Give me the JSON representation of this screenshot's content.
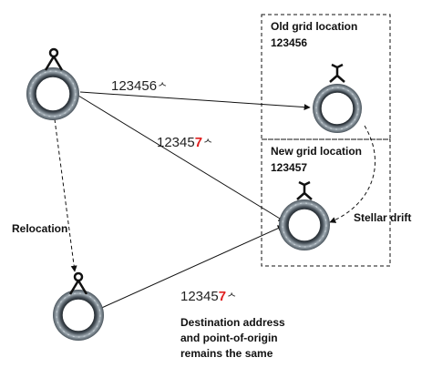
{
  "colors": {
    "line": "#111111",
    "ring_outer": "#5b6670",
    "ring_light": "#9aa5ad",
    "highlight": "#e02020"
  },
  "icons": {
    "gate": "stargate-ring-icon",
    "origin": "point-of-origin-glyph-icon",
    "destination": "destination-glyph-icon"
  },
  "old_box": {
    "title": "Old grid location",
    "code": "123456"
  },
  "new_box": {
    "title": "New grid location",
    "code": "123457"
  },
  "labels": {
    "relocation": "Relocation",
    "stellar_drift": "Stellar drift",
    "note_line1": "Destination address",
    "note_line2": "and point-of-origin",
    "note_line3": "remains the same"
  },
  "addresses": {
    "top_to_old": {
      "text": "123456",
      "symbol": "ᄉ"
    },
    "top_to_new": {
      "prefix": "12345",
      "changed": "7",
      "symbol": "ᄉ"
    },
    "bottom_to_new": {
      "prefix": "12345",
      "changed": "7",
      "symbol": "ᄉ"
    }
  }
}
